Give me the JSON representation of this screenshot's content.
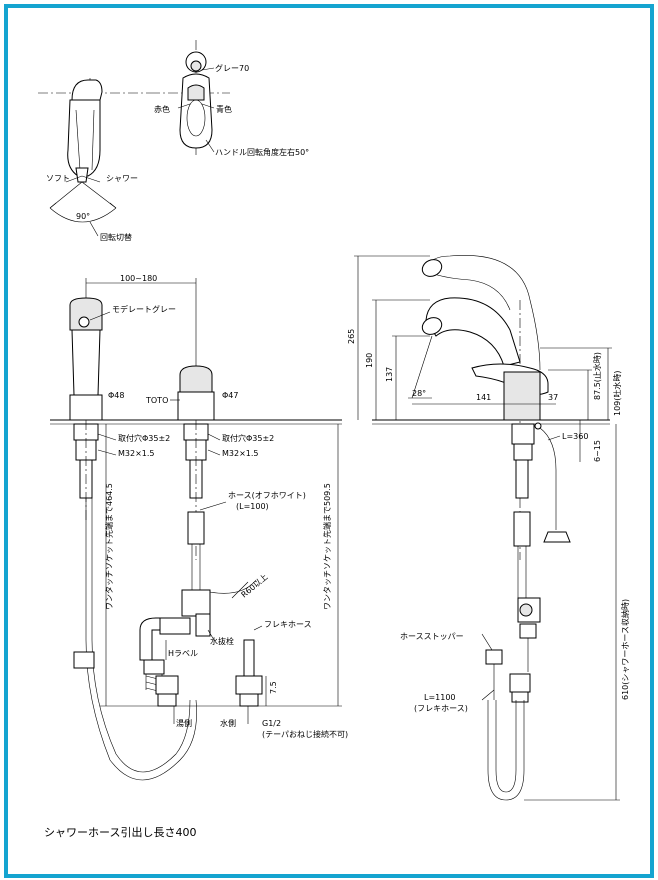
{
  "top": {
    "grey70": "グレー70",
    "red": "赤色",
    "blue": "青色",
    "handle_angle": "ハンドル回転角度左右50°",
    "soft": "ソフト",
    "shower": "シャワー",
    "deg90": "90°",
    "rotate_switch": "回転切替"
  },
  "left": {
    "dim_100_180": "100~180",
    "moderate_grey": "モデレートグレー",
    "phi48": "Φ48",
    "toto": "TOTO",
    "phi47": "Φ47",
    "hole1": "取付穴Φ35±2",
    "m32_1": "M32×1.5",
    "hole2": "取付穴Φ35±2",
    "m32_2": "M32×1.5",
    "hose_offwhite": "ホース(オフホワイト)",
    "hose_len": "(L=100)",
    "r60": "R60以上",
    "socket_4645": "ワンタッチソケット先端まで464.5",
    "socket_5095": "ワンタッチソケット先端まで509.5",
    "drain_plug": "水抜栓",
    "flex_hose": "フレキホース",
    "h_label": "Hラベル",
    "dim_75": "7.5",
    "hot_side": "湯側",
    "cold_side": "水側",
    "g12": "G1/2",
    "taper_note": "(テーパおねじ接続不可)"
  },
  "right": {
    "d265": "265",
    "d190": "190",
    "d137": "137",
    "d28": "28°",
    "d141": "141",
    "d37": "37",
    "d875": "87.5(止水時)",
    "d109": "109(吐水時)",
    "l360": "L=360",
    "d615": "6~15",
    "d610": "610(シャワーホース収納時)",
    "hose_stopper": "ホースストッパー",
    "l1100": "L=1100",
    "flex": "(フレキホース)"
  },
  "footer": {
    "note": "シャワーホース引出し長さ400"
  }
}
